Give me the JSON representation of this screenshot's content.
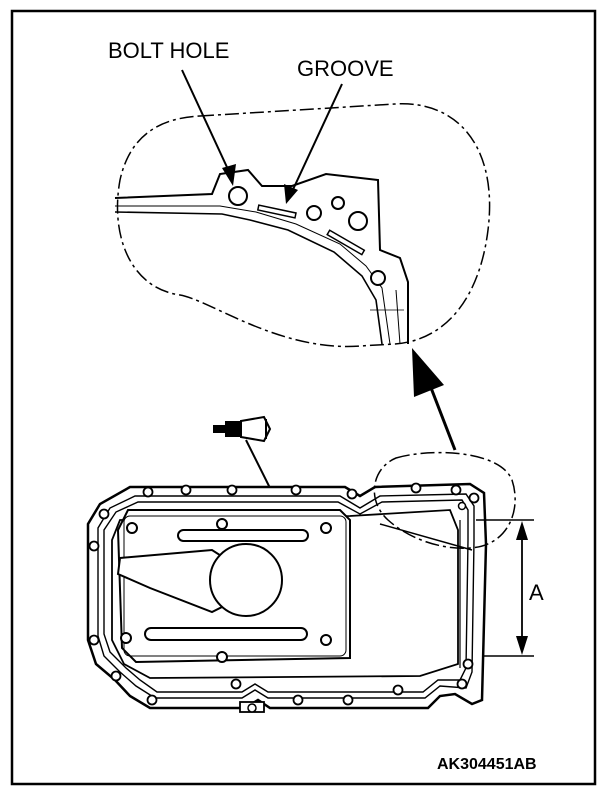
{
  "labels": {
    "bolt_hole": "BOLT HOLE",
    "groove": "GROOVE",
    "dimension": "A",
    "figure_code": "AK304451AB"
  },
  "colors": {
    "line": "#000000",
    "background": "#ffffff"
  }
}
